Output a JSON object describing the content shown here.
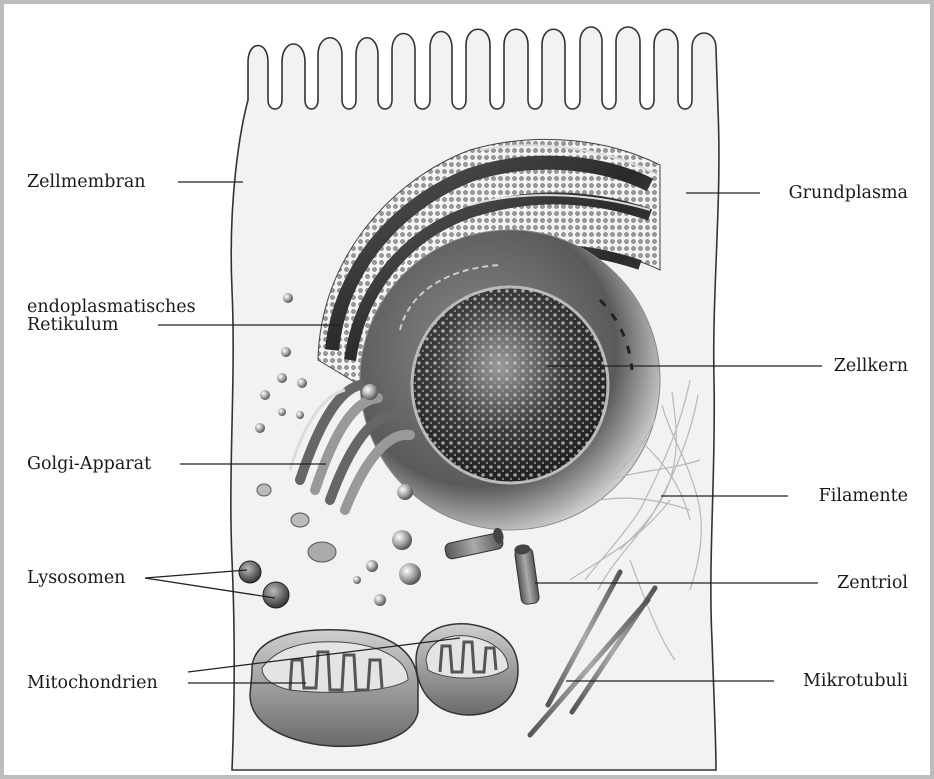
{
  "labels": {
    "zellmembran": "Zellmembran",
    "er_line1": "endoplasmatisches",
    "er_line2": "Retikulum",
    "golgi": "Golgi-Apparat",
    "lysosomen": "Lysosomen",
    "mitochondrien": "Mitochondrien",
    "grundplasma": "Grundplasma",
    "zellkern": "Zellkern",
    "filamente": "Filamente",
    "zentriol": "Zentriol",
    "mikrotubuli": "Mikrotubuli"
  },
  "colors": {
    "frame": "#bdbdbd",
    "cell_fill": "#f2f2f2",
    "line": "#222222",
    "er_dark": "#3a3a3a",
    "nucleus": "#2e2e2e"
  }
}
